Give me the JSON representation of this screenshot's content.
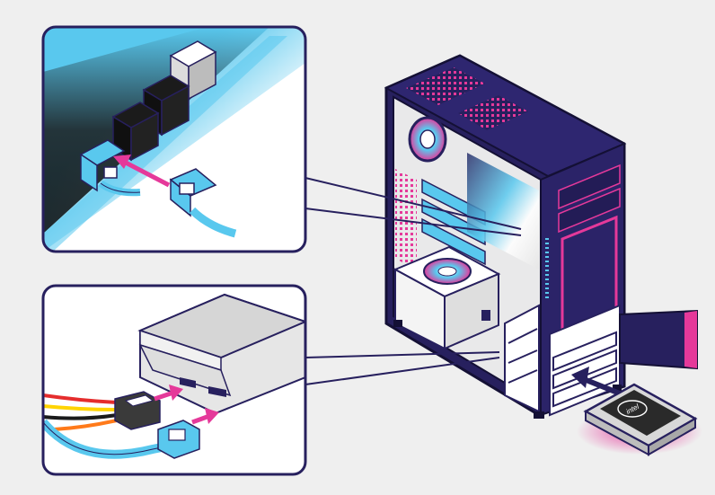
{
  "figure": {
    "background": "#efefef",
    "colors": {
      "case_navy": "#27205e",
      "case_interior": "#e9e9ea",
      "accent_pink": "#e5399a",
      "accent_blue": "#59c8ee",
      "inset_border": "#27205e",
      "drive_gray": "#d8d8d8"
    }
  },
  "insets": [
    {
      "id": "motherboard-sata-connection",
      "content": "sata-data-cable-to-motherboard-port"
    },
    {
      "id": "drive-connection",
      "content": "sata-power-and-data-cables-to-drive"
    }
  ],
  "drive": {
    "brand_logo_text": "intel"
  },
  "icons": {
    "insert_arrow": "arrow-right-icon",
    "install_arrow": "arrow-up-left-icon"
  }
}
